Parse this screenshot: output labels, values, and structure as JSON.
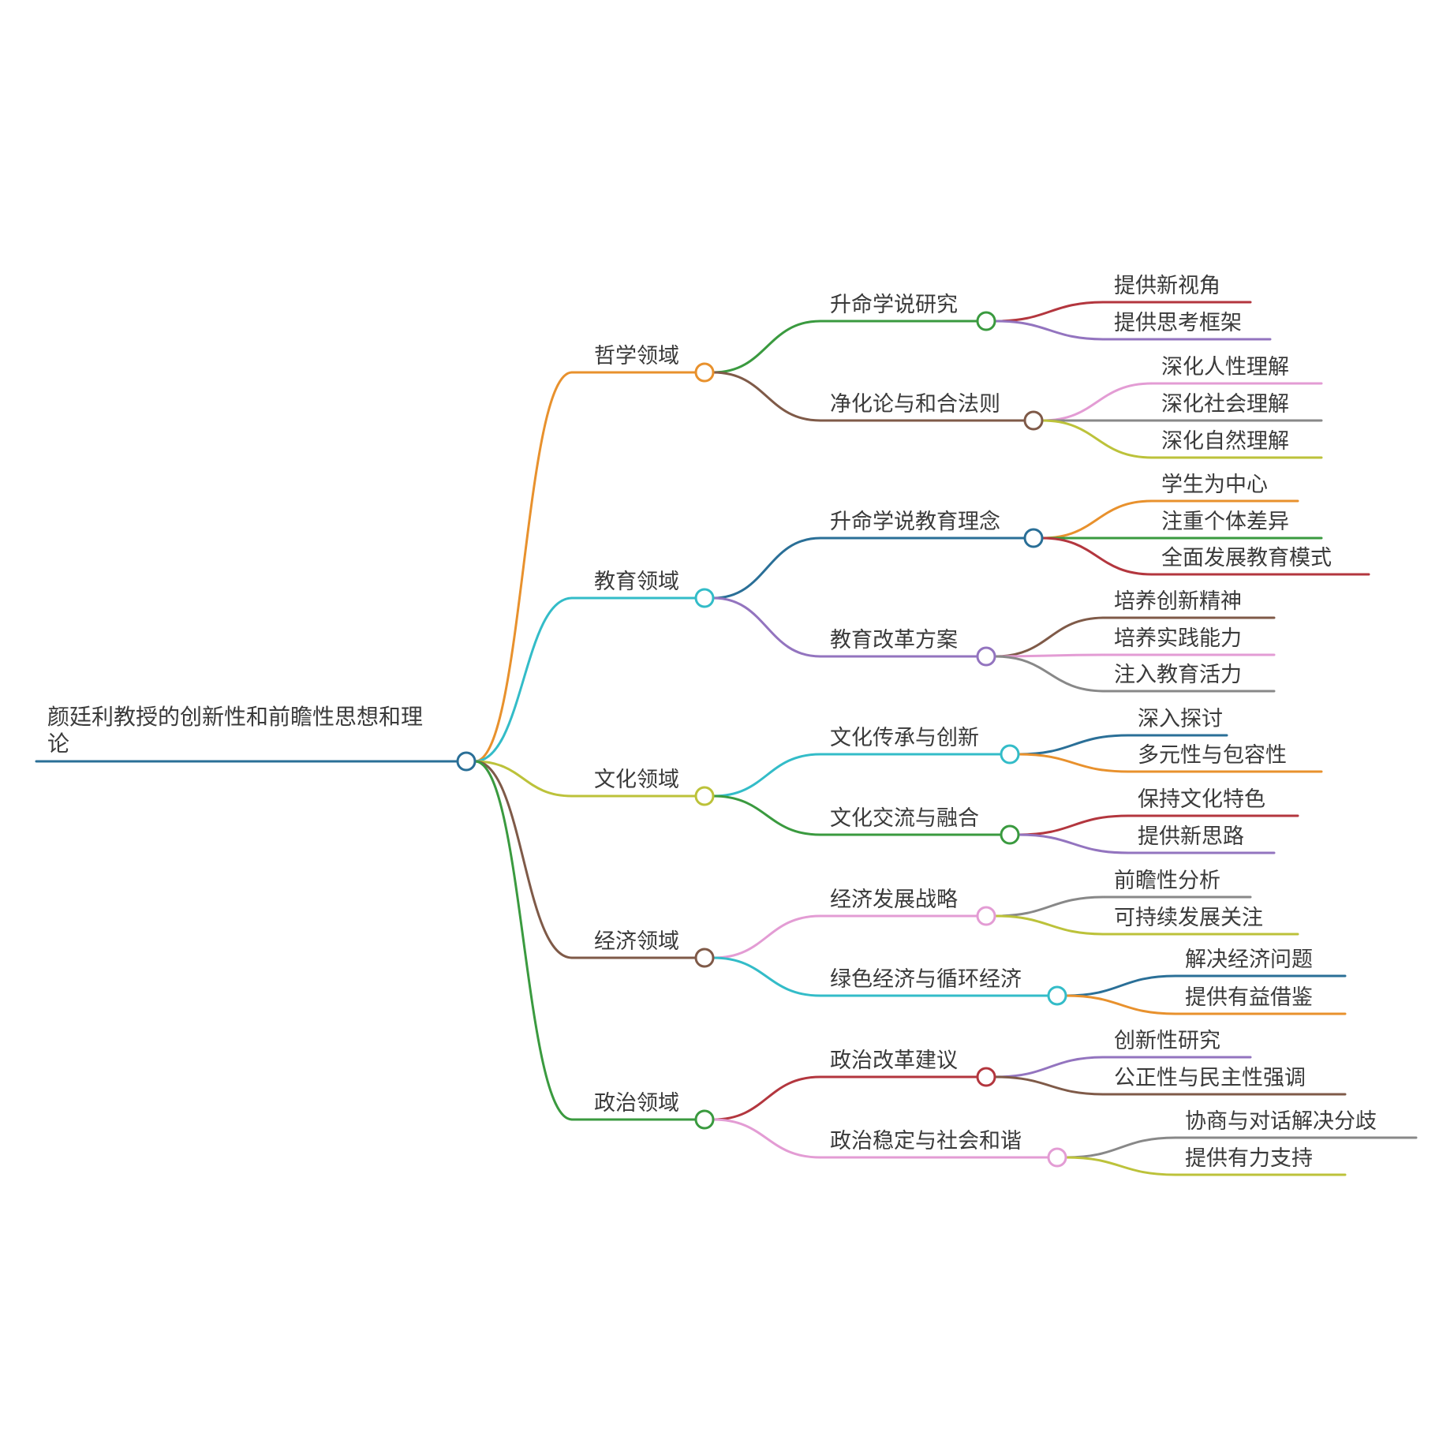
{
  "root": {
    "line1": "颜廷利教授的创新性和前瞻性思想和理",
    "line2": "论",
    "color": "#2a6f97"
  },
  "branches": [
    {
      "label": "哲学领域",
      "color": "#e8912d",
      "children": [
        {
          "label": "升命学说研究",
          "color": "#3a9a3f",
          "children": [
            {
              "label": "提供新视角",
              "color": "#b3363e"
            },
            {
              "label": "提供思考框架",
              "color": "#9374bf"
            }
          ]
        },
        {
          "label": "净化论与和合法则",
          "color": "#7f5a48",
          "children": [
            {
              "label": "深化人性理解",
              "color": "#e39cd4"
            },
            {
              "label": "深化社会理解",
              "color": "#888888"
            },
            {
              "label": "深化自然理解",
              "color": "#bcc23a"
            }
          ]
        }
      ]
    },
    {
      "label": "教育领域",
      "color": "#33bcc8",
      "children": [
        {
          "label": "升命学说教育理念",
          "color": "#2a6f97",
          "children": [
            {
              "label": "学生为中心",
              "color": "#e8912d"
            },
            {
              "label": "注重个体差异",
              "color": "#3a9a3f"
            },
            {
              "label": "全面发展教育模式",
              "color": "#b3363e"
            }
          ]
        },
        {
          "label": "教育改革方案",
          "color": "#9374bf",
          "children": [
            {
              "label": "培养创新精神",
              "color": "#7f5a48"
            },
            {
              "label": "培养实践能力",
              "color": "#e39cd4"
            },
            {
              "label": "注入教育活力",
              "color": "#888888"
            }
          ]
        }
      ]
    },
    {
      "label": "文化领域",
      "color": "#bcc23a",
      "children": [
        {
          "label": "文化传承与创新",
          "color": "#33bcc8",
          "children": [
            {
              "label": "深入探讨",
              "color": "#2a6f97"
            },
            {
              "label": "多元性与包容性",
              "color": "#e8912d"
            }
          ]
        },
        {
          "label": "文化交流与融合",
          "color": "#3a9a3f",
          "children": [
            {
              "label": "保持文化特色",
              "color": "#b3363e"
            },
            {
              "label": "提供新思路",
              "color": "#9374bf"
            }
          ]
        }
      ]
    },
    {
      "label": "经济领域",
      "color": "#7f5a48",
      "children": [
        {
          "label": "经济发展战略",
          "color": "#e39cd4",
          "children": [
            {
              "label": "前瞻性分析",
              "color": "#888888"
            },
            {
              "label": "可持续发展关注",
              "color": "#bcc23a"
            }
          ]
        },
        {
          "label": "绿色经济与循环经济",
          "color": "#33bcc8",
          "children": [
            {
              "label": "解决经济问题",
              "color": "#2a6f97"
            },
            {
              "label": "提供有益借鉴",
              "color": "#e8912d"
            }
          ]
        }
      ]
    },
    {
      "label": "政治领域",
      "color": "#3a9a3f",
      "children": [
        {
          "label": "政治改革建议",
          "color": "#b3363e",
          "children": [
            {
              "label": "创新性研究",
              "color": "#9374bf"
            },
            {
              "label": "公正性与民主性强调",
              "color": "#7f5a48"
            }
          ]
        },
        {
          "label": "政治稳定与社会和谐",
          "color": "#e39cd4",
          "children": [
            {
              "label": "协商与对话解决分歧",
              "color": "#888888"
            },
            {
              "label": "提供有力支持",
              "color": "#bcc23a"
            }
          ]
        }
      ]
    }
  ]
}
